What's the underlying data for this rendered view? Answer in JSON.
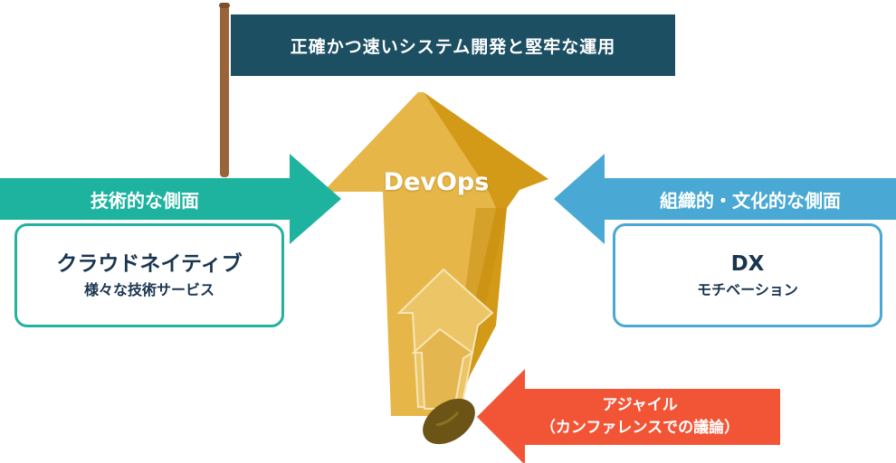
{
  "banner": {
    "text": "正確かつ速いシステム開発と堅牢な運用"
  },
  "left_arrow": {
    "label": "技術的な側面",
    "card_title": "クラウドネイティブ",
    "card_subtitle": "様々な技術サービス"
  },
  "right_arrow": {
    "label": "組織的・文化的な側面",
    "card_title": "DX",
    "card_subtitle": "モチベーション"
  },
  "center": {
    "label": "DevOps"
  },
  "bottom_arrow": {
    "line1": "アジャイル",
    "line2": "（カンファレンスでの議論）"
  },
  "icons": {
    "seed": "seed-icon",
    "flag_pole": "flag-pole-icon"
  },
  "colors": {
    "banner": "#1d4f63",
    "teal": "#1db39e",
    "blue": "#49a9d4",
    "orange": "#f25536",
    "gold": "#e3b13a",
    "gold_dark": "#d39a18",
    "pole": "#9a643a",
    "seed": "#6b5416",
    "text_dark": "#1a3550"
  }
}
